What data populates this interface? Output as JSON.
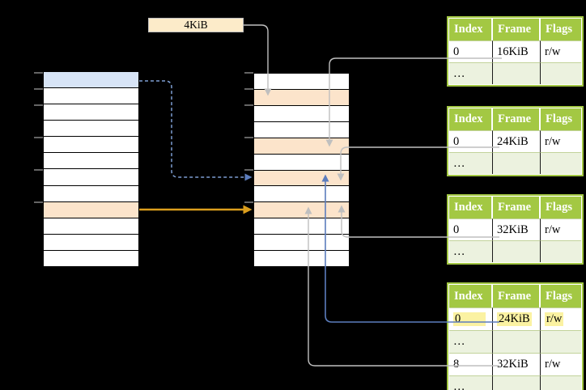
{
  "page_size_label": "4KiB",
  "memory_columns": {
    "virtual": {
      "row_count": 12,
      "blue_rows": [
        0
      ],
      "orange_rows": [
        8
      ]
    },
    "physical": {
      "row_count": 12,
      "blue_rows": [],
      "orange_rows": [
        1,
        4,
        6,
        8
      ]
    }
  },
  "page_tables": [
    {
      "id": "page-table-1",
      "headers": [
        "Index",
        "Frame",
        "Flags"
      ],
      "rows": [
        {
          "cells": [
            "0",
            "16KiB",
            "r/w"
          ],
          "shaded": false,
          "highlight": false
        },
        {
          "cells": [
            "…",
            "",
            ""
          ],
          "shaded": true,
          "highlight": false
        }
      ]
    },
    {
      "id": "page-table-2",
      "headers": [
        "Index",
        "Frame",
        "Flags"
      ],
      "rows": [
        {
          "cells": [
            "0",
            "24KiB",
            "r/w"
          ],
          "shaded": false,
          "highlight": false
        },
        {
          "cells": [
            "…",
            "",
            ""
          ],
          "shaded": true,
          "highlight": false
        }
      ]
    },
    {
      "id": "page-table-3",
      "headers": [
        "Index",
        "Frame",
        "Flags"
      ],
      "rows": [
        {
          "cells": [
            "0",
            "32KiB",
            "r/w"
          ],
          "shaded": false,
          "highlight": false
        },
        {
          "cells": [
            "…",
            "",
            ""
          ],
          "shaded": true,
          "highlight": false
        }
      ]
    },
    {
      "id": "page-table-4",
      "headers": [
        "Index",
        "Frame",
        "Flags"
      ],
      "rows": [
        {
          "cells": [
            "0",
            "24KiB",
            "r/w"
          ],
          "shaded": false,
          "highlight": true
        },
        {
          "cells": [
            "…",
            "",
            ""
          ],
          "shaded": true,
          "highlight": false
        },
        {
          "cells": [
            "8",
            "32KiB",
            "r/w"
          ],
          "shaded": false,
          "highlight": false
        },
        {
          "cells": [
            "…",
            "",
            ""
          ],
          "shaded": true,
          "highlight": false
        }
      ]
    }
  ],
  "colors": {
    "background": "#000000",
    "table_header_green": "#A3C843",
    "table_row_shaded": "#ECF2DF",
    "highlight_yellow": "#FBF2A2",
    "memory_row_orange": "#FCE4CB",
    "memory_row_blue": "#D7E4F6",
    "page_size_box_fill": "#FCEBC9",
    "arrow_gray": "#BFBFBF",
    "arrow_blue": "#5C7DBD",
    "arrow_blue_dashed": "#7E9ED2",
    "arrow_orange": "#DB9E1D"
  }
}
